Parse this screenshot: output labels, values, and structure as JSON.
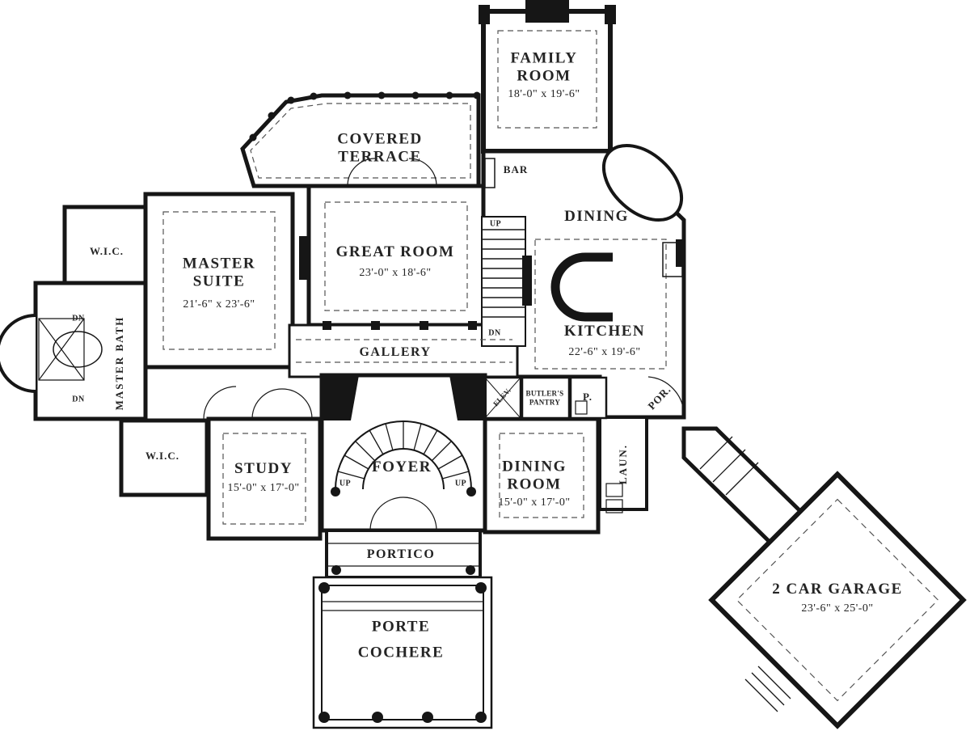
{
  "plan": {
    "wall_color": "#161616",
    "label_color": "#242424",
    "rooms": {
      "family_room": {
        "name": "FAMILY ROOM",
        "dims": "18'-0\" x 19'-6\""
      },
      "covered_terrace": {
        "name": "COVERED TERRACE"
      },
      "bar": {
        "name": "BAR"
      },
      "dining": {
        "name": "DINING"
      },
      "great_room": {
        "name": "GREAT ROOM",
        "dims": "23'-0\" x 18'-6\""
      },
      "master_suite": {
        "name": "MASTER SUITE",
        "dims": "21'-6\" x 23'-6\""
      },
      "wic_upper": {
        "name": "W.I.C."
      },
      "master_bath": {
        "name": "MASTER BATH"
      },
      "gallery": {
        "name": "GALLERY"
      },
      "kitchen": {
        "name": "KITCHEN",
        "dims": "22'-6\" x 19'-6\""
      },
      "elevator": {
        "name": "ELEV."
      },
      "butlers_pantry": {
        "name": "BUTLER'S PANTRY"
      },
      "powder": {
        "name": "P."
      },
      "porch": {
        "name": "POR."
      },
      "wic_lower": {
        "name": "W.I.C."
      },
      "study": {
        "name": "STUDY",
        "dims": "15'-0\" x 17'-0\""
      },
      "foyer": {
        "name": "FOYER"
      },
      "dining_room": {
        "name": "DINING ROOM",
        "dims": "15'-0\" x 17'-0\""
      },
      "laundry": {
        "name": "LAUN."
      },
      "portico": {
        "name": "PORTICO"
      },
      "porte_cochere": {
        "name": "PORTE COCHERE"
      },
      "garage": {
        "name": "2 CAR GARAGE",
        "dims": "23'-6\" x 25'-0\""
      }
    },
    "annotations": {
      "up_stair_main": "UP",
      "dn_stair_main": "DN",
      "up_foyer_left": "UP",
      "up_foyer_right": "UP",
      "dn_bath_upper": "DN",
      "dn_bath_lower": "DN"
    }
  }
}
